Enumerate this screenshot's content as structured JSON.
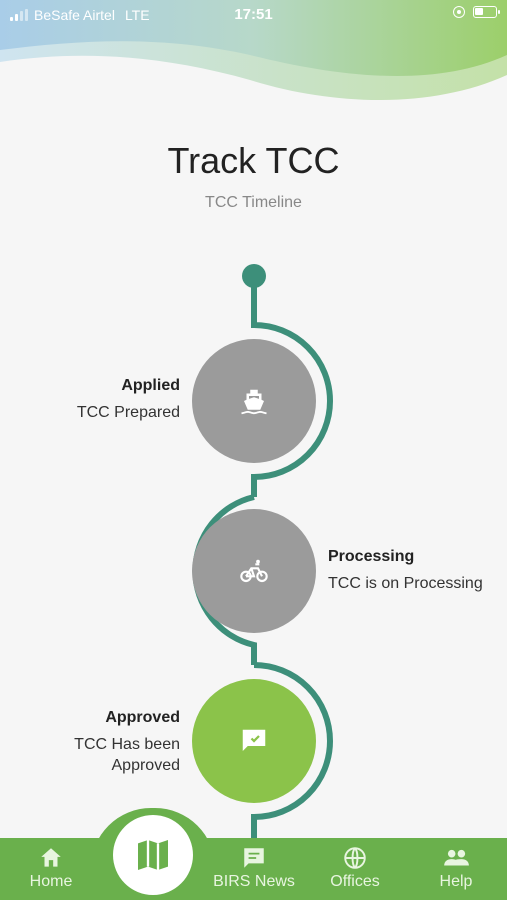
{
  "status_bar": {
    "carrier": "BeSafe Airtel",
    "network": "LTE",
    "time": "17:51"
  },
  "page": {
    "title": "Track TCC",
    "subtitle": "TCC Timeline"
  },
  "timeline": {
    "steps": [
      {
        "status": "Applied",
        "description": "TCC Prepared",
        "icon": "ship-icon",
        "color": "#9b9b9b"
      },
      {
        "status": "Processing",
        "description": "TCC is on Processing",
        "icon": "bicycle-icon",
        "color": "#9b9b9b"
      },
      {
        "status": "Approved",
        "description_line1": "TCC Has been",
        "description_line2": "Approved",
        "icon": "message-check-icon",
        "color": "#8bc34a"
      }
    ],
    "line_color": "#3d8f7a"
  },
  "bottom_nav": {
    "items": [
      {
        "label": "Home",
        "icon": "home-icon"
      },
      {
        "label": "map",
        "icon": "map-icon"
      },
      {
        "label": "BIRS News",
        "icon": "chat-icon"
      },
      {
        "label": "Offices",
        "icon": "globe-icon"
      },
      {
        "label": "Help",
        "icon": "people-icon"
      }
    ],
    "color": "#6ab04c"
  }
}
